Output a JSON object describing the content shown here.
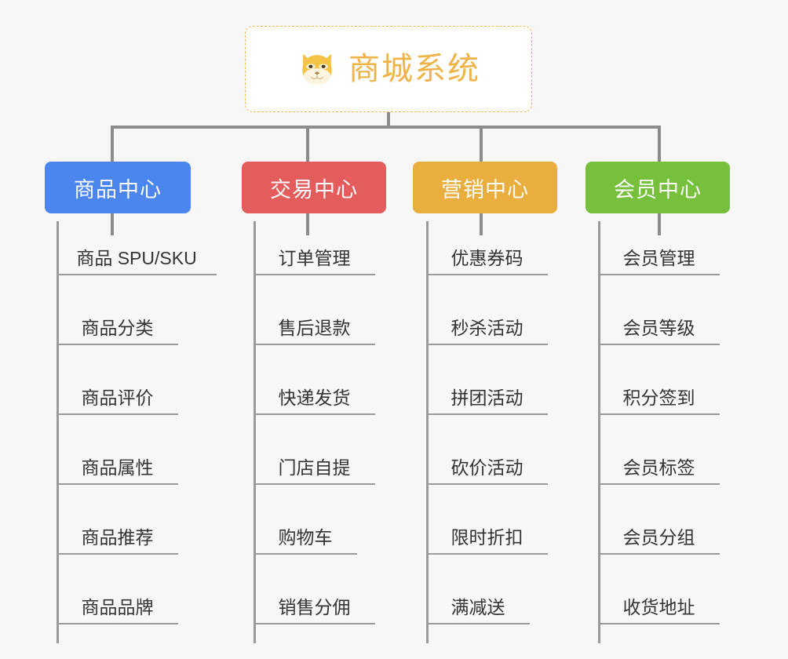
{
  "root": {
    "title": "商城系统",
    "icon": "shiba-dog-icon",
    "border_color": "#f0b95a",
    "text_color": "#efb347",
    "background": "#ffffff"
  },
  "canvas": {
    "background": "#f7f7f7",
    "connector_color": "#8c8c8c",
    "leaf_line_color": "#9a9a9a"
  },
  "columns": [
    {
      "title": "商品中心",
      "color": "#4a86ee",
      "items": [
        "商品 SPU/SKU",
        "商品分类",
        "商品评价",
        "商品属性",
        "商品推荐",
        "商品品牌"
      ]
    },
    {
      "title": "交易中心",
      "color": "#e55c5c",
      "items": [
        "订单管理",
        "售后退款",
        "快递发货",
        "门店自提",
        "购物车",
        "销售分佣"
      ]
    },
    {
      "title": "营销中心",
      "color": "#e9ae3e",
      "items": [
        "优惠券码",
        "秒杀活动",
        "拼团活动",
        "砍价活动",
        "限时折扣",
        "满减送"
      ]
    },
    {
      "title": "会员中心",
      "color": "#76c03c",
      "items": [
        "会员管理",
        "会员等级",
        "积分签到",
        "会员标签",
        "会员分组",
        "收货地址"
      ]
    }
  ]
}
